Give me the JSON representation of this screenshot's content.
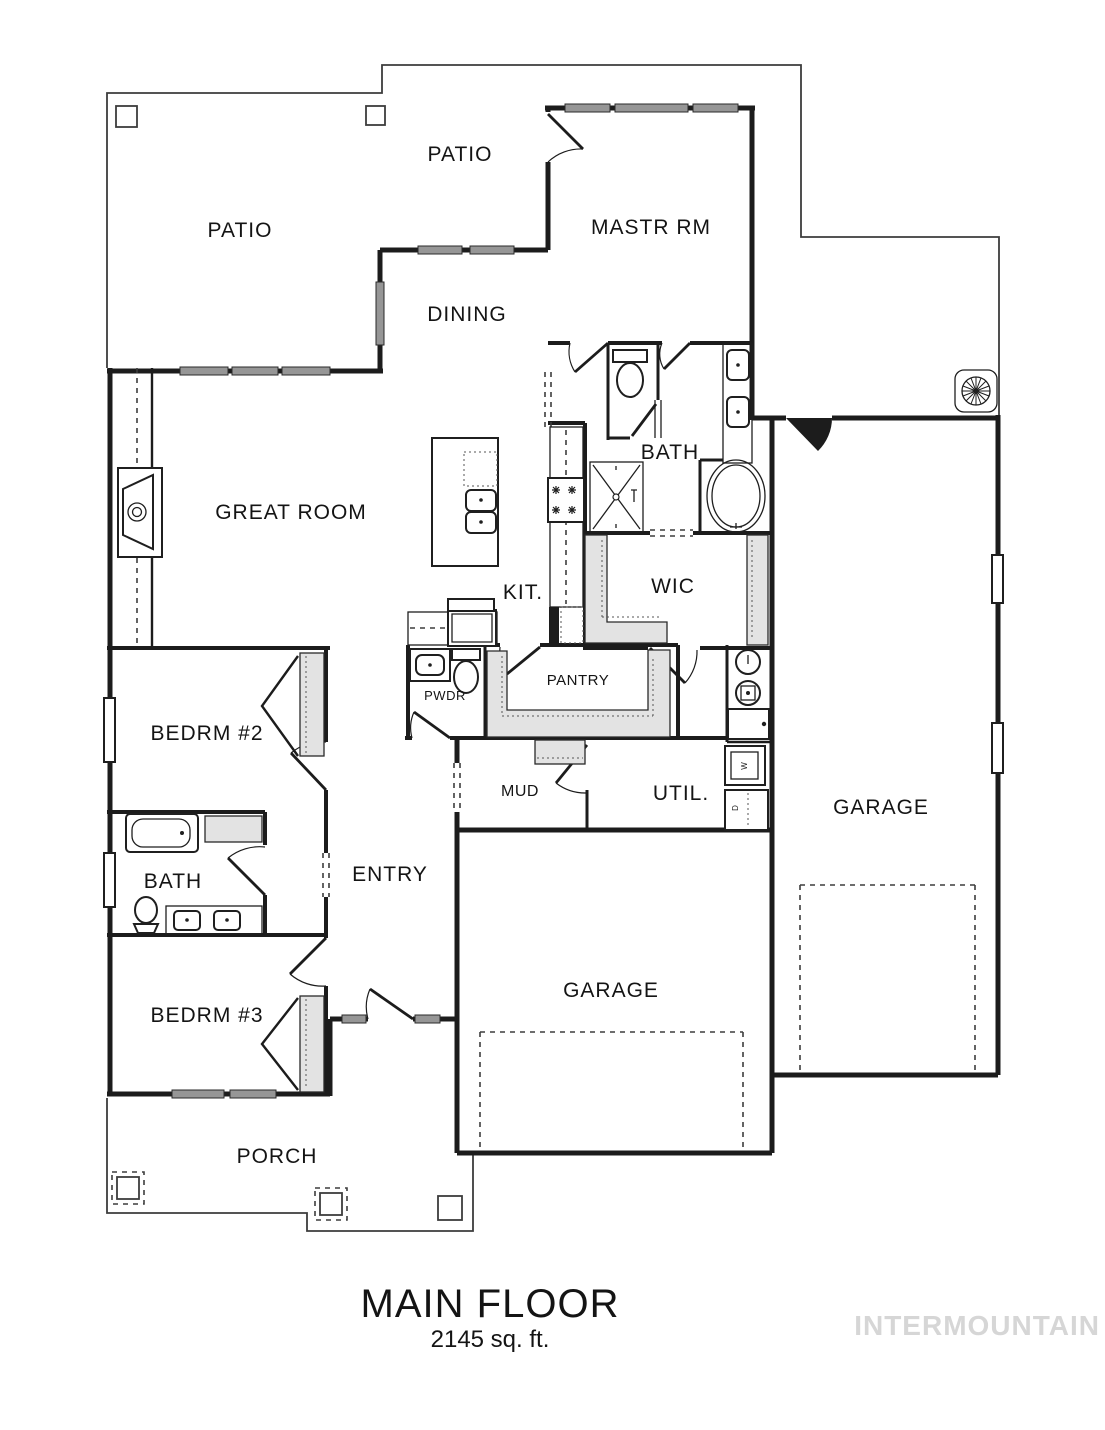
{
  "plan": {
    "labels": {
      "patio_left": "PATIO",
      "patio_top": "PATIO",
      "master": "MASTR RM",
      "dining": "DINING",
      "great_room": "GREAT ROOM",
      "kitchen": "KIT.",
      "master_bath": "BATH",
      "wic": "WIC",
      "pwdr": "PWDR",
      "pantry": "PANTRY",
      "mud": "MUD",
      "util": "UTIL.",
      "garage_right": "GARAGE",
      "garage_bottom": "GARAGE",
      "entry": "ENTRY",
      "bedroom2": "BEDRM #2",
      "hall_bath": "BATH",
      "bedroom3": "BEDRM #3",
      "porch": "PORCH",
      "washer": "W",
      "dryer": "D"
    },
    "footer": {
      "title": "MAIN FLOOR",
      "area": "2145 sq. ft."
    },
    "watermark": "INTERMOUNTAIN",
    "colors": {
      "wall": "#1c1c1c",
      "window": "#969696",
      "shelf": "#e3e3e3",
      "watermark": "#d6d6d6",
      "background": "#ffffff"
    }
  }
}
